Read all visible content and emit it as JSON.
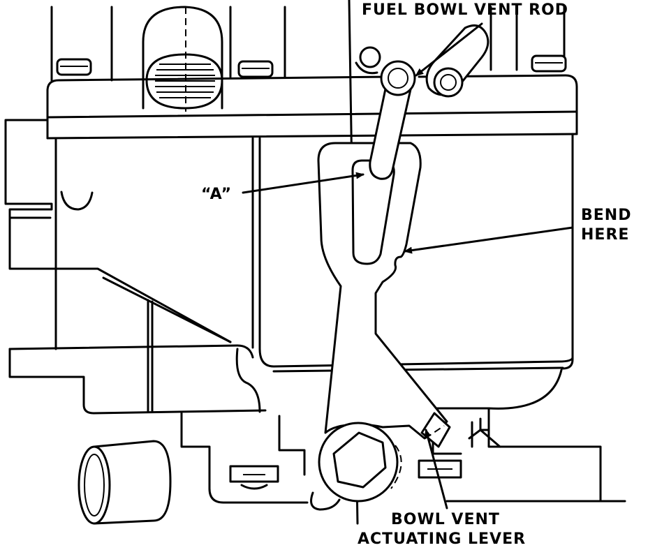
{
  "labels": {
    "fuel_bowl_vent_rod": "FUEL BOWL VENT ROD",
    "a_marker": "“A”",
    "bend_here_line1": "BEND",
    "bend_here_line2": "HERE",
    "bowl_vent_line1": "BOWL VENT",
    "bowl_vent_line2": "ACTUATING LEVER"
  }
}
